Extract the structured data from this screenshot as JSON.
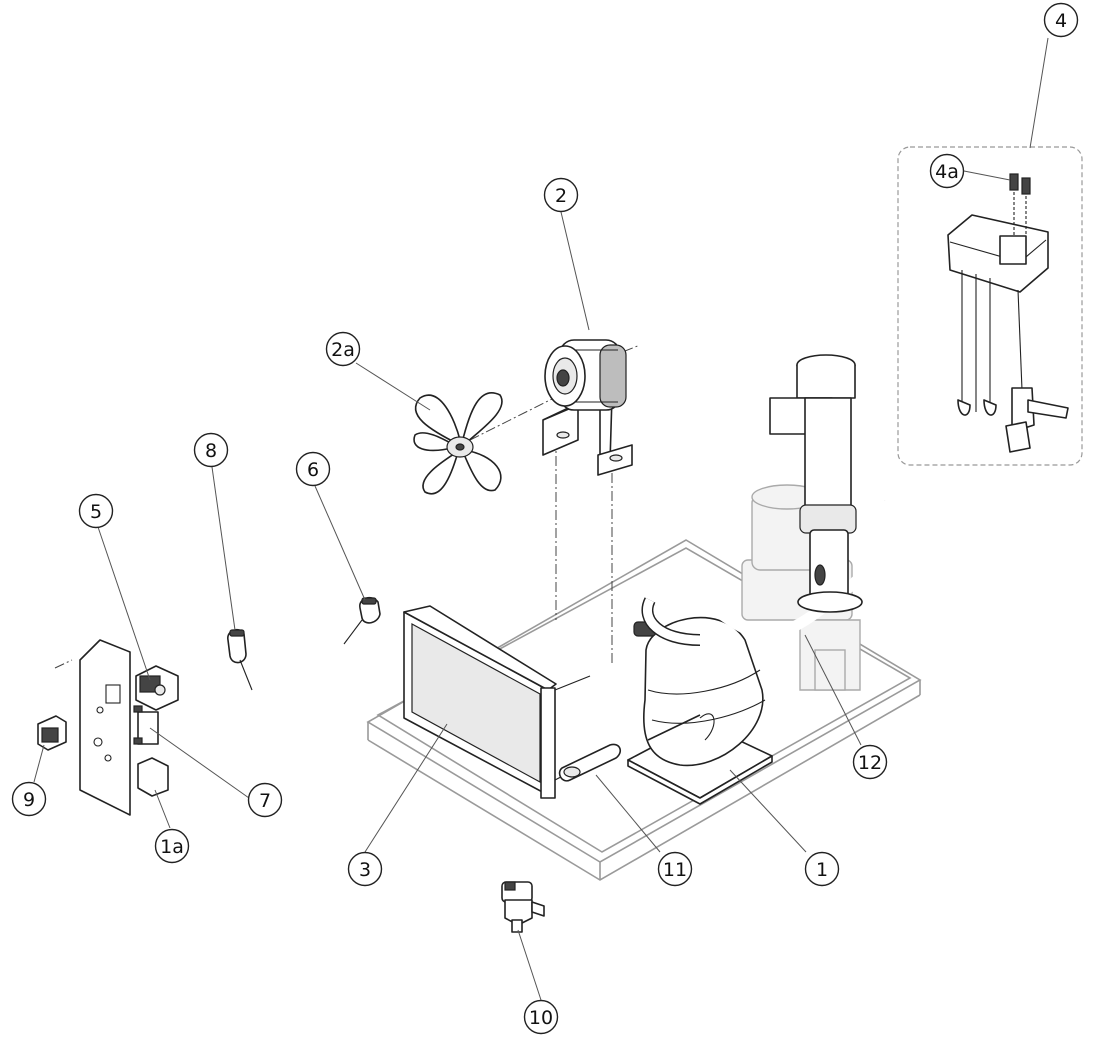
{
  "callouts": {
    "c1": "1",
    "c1a": "1a",
    "c2": "2",
    "c2a": "2a",
    "c3": "3",
    "c4": "4",
    "c4a": "4a",
    "c5": "5",
    "c6": "6",
    "c7": "7",
    "c8": "8",
    "c9": "9",
    "c10": "10",
    "c11": "11",
    "c12": "12"
  }
}
